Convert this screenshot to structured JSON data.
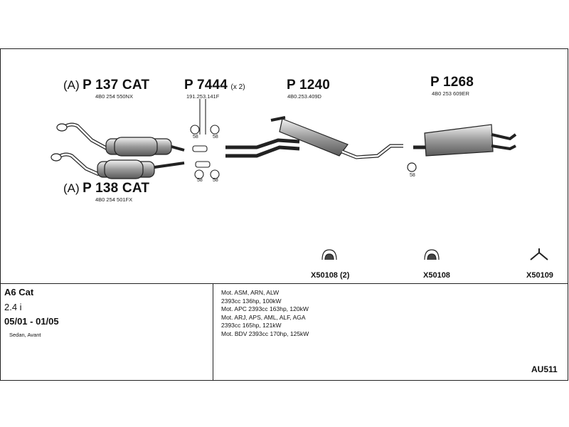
{
  "parts": [
    {
      "prefix": "(A)",
      "number": "P 137 CAT",
      "oem": "4B0 254 550NX"
    },
    {
      "prefix": "",
      "number": "P 7444",
      "qty": "(x 2)",
      "oem": "191.253.141F"
    },
    {
      "prefix": "",
      "number": "P 1240",
      "oem": "4B0.253.409D"
    },
    {
      "prefix": "",
      "number": "P 1268",
      "oem": "4B0 253 609ER"
    },
    {
      "prefix": "(A)",
      "number": "P 138 CAT",
      "oem": "4B0 254 501FX"
    }
  ],
  "clamp_label": "58",
  "accessories": [
    {
      "code": "X50108 (2)",
      "icon": "rubber-hanger-icon"
    },
    {
      "code": "X50108",
      "icon": "rubber-hanger-icon"
    },
    {
      "code": "X50109",
      "icon": "y-bracket-icon"
    }
  ],
  "vehicle": {
    "model": "A6 Cat",
    "engine": "2.4 i",
    "years": "05/01 - 01/05",
    "body": "Sedan, Avant"
  },
  "motors": [
    "Mot. ASM, ARN, ALW",
    "2393cc 136hp, 100kW",
    "Mot. APC 2393cc 163hp, 120kW",
    "Mot. ARJ, APS, AML, ALF, AGA",
    "2393cc 165hp, 121kW",
    "Mot. BDV 2393cc 170hp, 125kW"
  ],
  "diagram_code": "AU511",
  "colors": {
    "line": "#222222",
    "fill": "#ffffff",
    "shade": "#8a8a8a"
  }
}
